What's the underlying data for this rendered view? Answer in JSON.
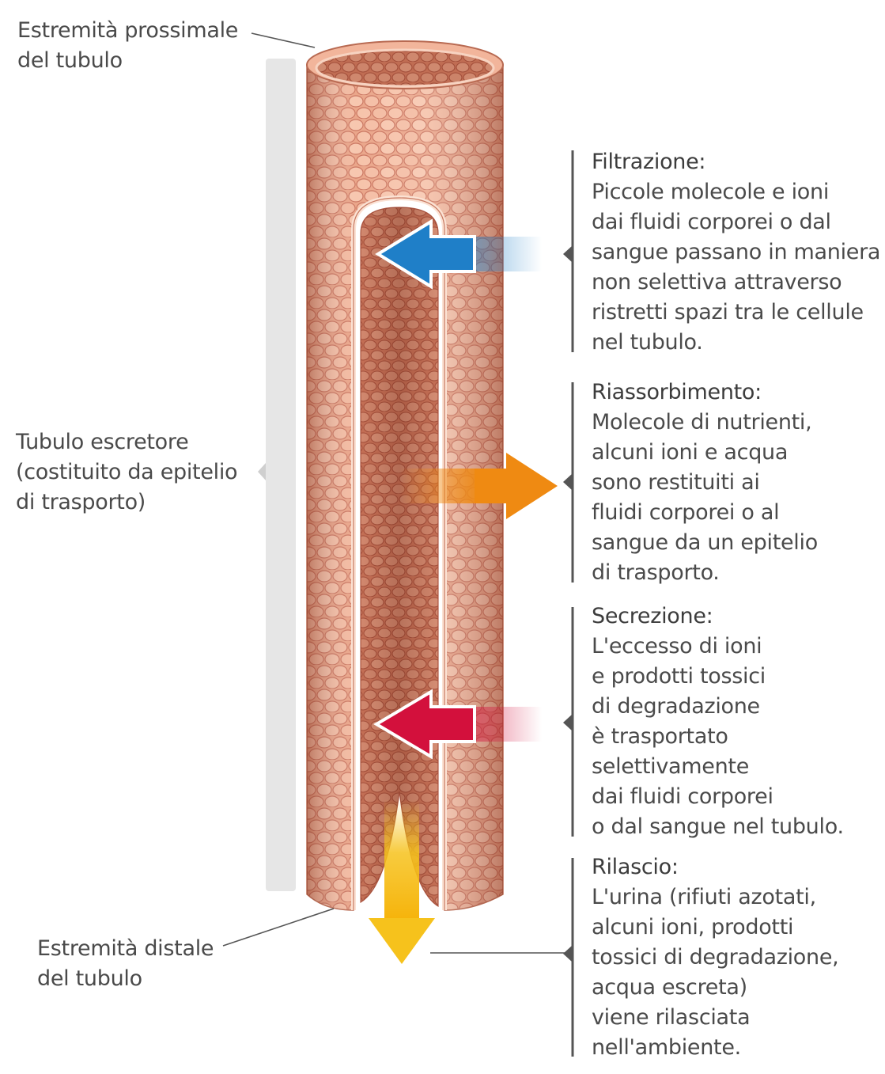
{
  "labels": {
    "proximal": [
      "Estremità prossimale",
      "del tubulo"
    ],
    "tubule": [
      "Tubulo escretore",
      "(costituito da epitelio",
      "di trasporto)"
    ],
    "distal": [
      "Estremità distale",
      "del tubulo"
    ]
  },
  "processes": [
    {
      "title": "Filtrazione:",
      "lines": [
        "Piccole molecole e ioni",
        "dai fluidi corporei o dal",
        "sangue passano in maniera",
        "non selettiva attraverso",
        "ristretti spazi tra le cellule",
        "nel tubulo."
      ],
      "color": "#1f7fc8"
    },
    {
      "title": "Riassorbimento:",
      "lines": [
        "Molecole di nutrienti,",
        "alcuni ioni e acqua",
        "sono restituiti ai",
        "fluidi corporei o al",
        "sangue da un epitelio",
        "di trasporto."
      ],
      "color": "#ef8a12"
    },
    {
      "title": "Secrezione:",
      "lines": [
        "L'eccesso di ioni",
        "e prodotti tossici",
        "di degradazione",
        "è trasportato",
        "selettivamente",
        "dai fluidi corporei",
        "o dal sangue nel tubulo."
      ],
      "color": "#d3103c"
    },
    {
      "title": "Rilascio:",
      "lines": [
        "L'urina (rifiuti azotati,",
        "alcuni ioni, prodotti",
        "tossici di degradazione,",
        "acqua escreta)",
        "viene rilasciata",
        "nell'ambiente."
      ],
      "color": "#f6c21c"
    }
  ]
}
